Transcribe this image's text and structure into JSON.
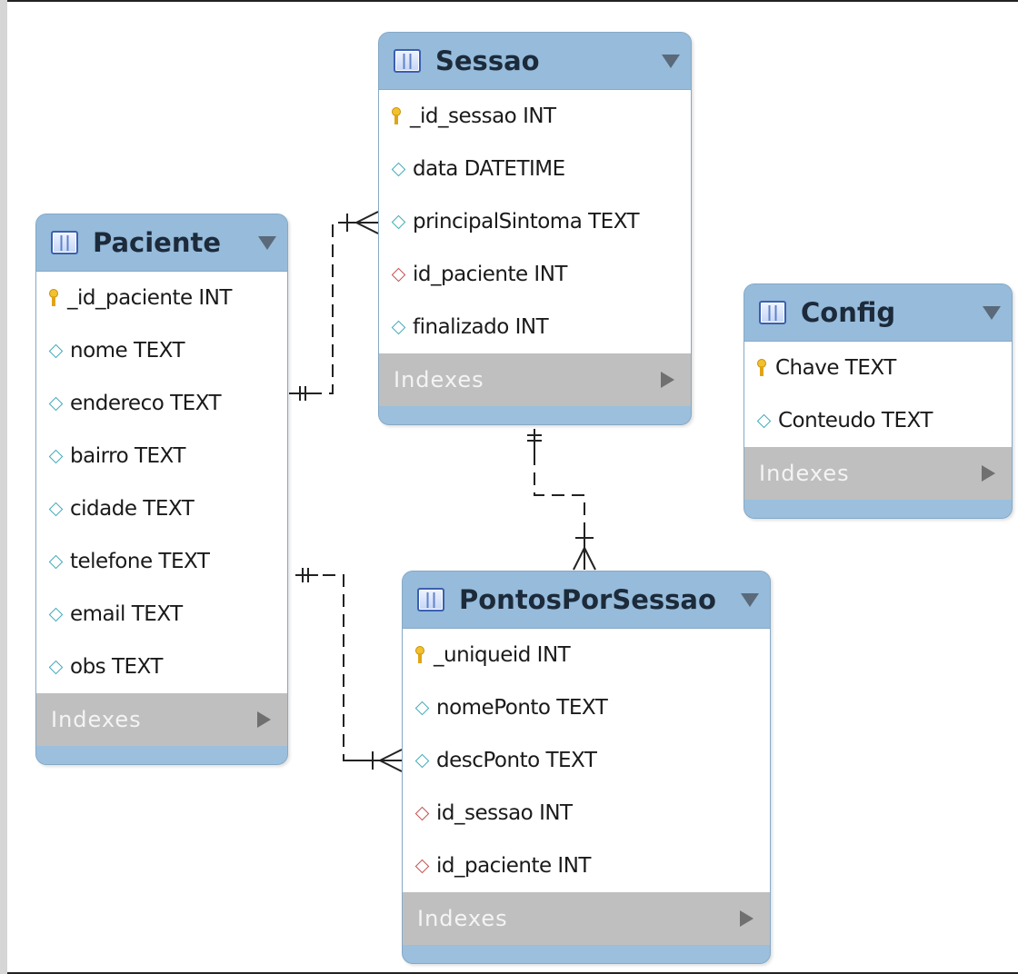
{
  "entities": {
    "paciente": {
      "title": "Paciente",
      "columns": [
        {
          "text": "_id_paciente INT",
          "icon": "primary-key-icon"
        },
        {
          "text": "nome TEXT",
          "icon": "column-diamond-icon"
        },
        {
          "text": "endereco TEXT",
          "icon": "column-diamond-icon"
        },
        {
          "text": "bairro TEXT",
          "icon": "column-diamond-icon"
        },
        {
          "text": "cidade TEXT",
          "icon": "column-diamond-icon"
        },
        {
          "text": "telefone TEXT",
          "icon": "column-diamond-icon"
        },
        {
          "text": "email TEXT",
          "icon": "column-diamond-icon"
        },
        {
          "text": "obs TEXT",
          "icon": "column-diamond-icon"
        }
      ],
      "indexes_label": "Indexes"
    },
    "sessao": {
      "title": "Sessao",
      "columns": [
        {
          "text": "_id_sessao INT",
          "icon": "primary-key-icon"
        },
        {
          "text": "data DATETIME",
          "icon": "column-diamond-icon"
        },
        {
          "text": "principalSintoma TEXT",
          "icon": "column-diamond-icon"
        },
        {
          "text": "id_paciente INT",
          "icon": "foreign-key-diamond-icon"
        },
        {
          "text": "finalizado INT",
          "icon": "column-diamond-icon"
        }
      ],
      "indexes_label": "Indexes"
    },
    "config": {
      "title": "Config",
      "columns": [
        {
          "text": "Chave TEXT",
          "icon": "primary-key-icon"
        },
        {
          "text": "Conteudo TEXT",
          "icon": "column-diamond-icon"
        }
      ],
      "indexes_label": "Indexes"
    },
    "pontos_por_sessao": {
      "title": "PontosPorSessao",
      "columns": [
        {
          "text": "_uniqueid INT",
          "icon": "primary-key-icon"
        },
        {
          "text": "nomePonto TEXT",
          "icon": "column-diamond-icon"
        },
        {
          "text": "descPonto TEXT",
          "icon": "column-diamond-icon"
        },
        {
          "text": "id_sessao INT",
          "icon": "foreign-key-diamond-icon"
        },
        {
          "text": "id_paciente INT",
          "icon": "foreign-key-diamond-icon"
        }
      ],
      "indexes_label": "Indexes"
    }
  },
  "relationships": [
    {
      "from": "Paciente",
      "to": "Sessao",
      "from_cardinality": "one-and-only-one",
      "to_cardinality": "one-or-many"
    },
    {
      "from": "Paciente",
      "to": "PontosPorSessao",
      "from_cardinality": "one-and-only-one",
      "to_cardinality": "one-or-many"
    },
    {
      "from": "Sessao",
      "to": "PontosPorSessao",
      "from_cardinality": "one-and-only-one",
      "to_cardinality": "one-or-many"
    }
  ],
  "colors": {
    "header": "#96bbdb",
    "indexes_bar": "#bfbfbf",
    "primary_key": "#f2c12e",
    "column_diamond": "#3fa9b8",
    "foreign_key_diamond": "#c0504d"
  }
}
